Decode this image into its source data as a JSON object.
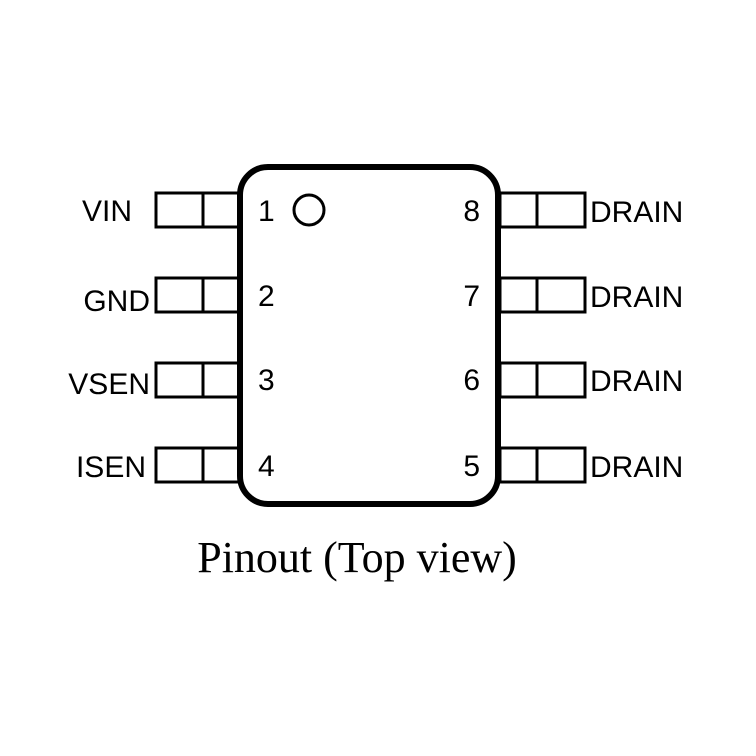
{
  "diagram": {
    "caption": "Pinout (Top view)",
    "left_pins": [
      {
        "number": "1",
        "name": "VIN"
      },
      {
        "number": "2",
        "name": "GND"
      },
      {
        "number": "3",
        "name": "VSEN"
      },
      {
        "number": "4",
        "name": "ISEN"
      }
    ],
    "right_pins": [
      {
        "number": "8",
        "name": "DRAIN"
      },
      {
        "number": "7",
        "name": "DRAIN"
      },
      {
        "number": "6",
        "name": "DRAIN"
      },
      {
        "number": "5",
        "name": "DRAIN"
      }
    ],
    "pin1_marker": "circle"
  }
}
